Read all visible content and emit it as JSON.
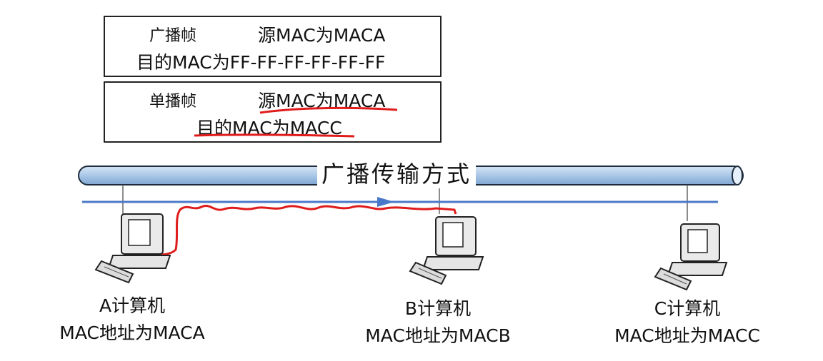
{
  "broadcast_frame": {
    "type_label": "广播帧",
    "source_mac": "源MAC为MACA",
    "dest_mac": "目的MAC为FF-FF-FF-FF-FF-FF"
  },
  "unicast_frame": {
    "type_label": "单播帧",
    "source_mac": "源MAC为MACA",
    "dest_mac": "目的MAC为MACC"
  },
  "medium": {
    "title": "广播传输方式"
  },
  "computers": [
    {
      "name": "A计算机",
      "mac": "MAC地址为MACA"
    },
    {
      "name": "B计算机",
      "mac": "MAC地址为MACB"
    },
    {
      "name": "C计算机",
      "mac": "MAC地址为MACC"
    }
  ],
  "colors": {
    "bus_fill": "#a9c7e8",
    "signal_line": "#4a78c9",
    "annotation": "#e01b1b"
  }
}
